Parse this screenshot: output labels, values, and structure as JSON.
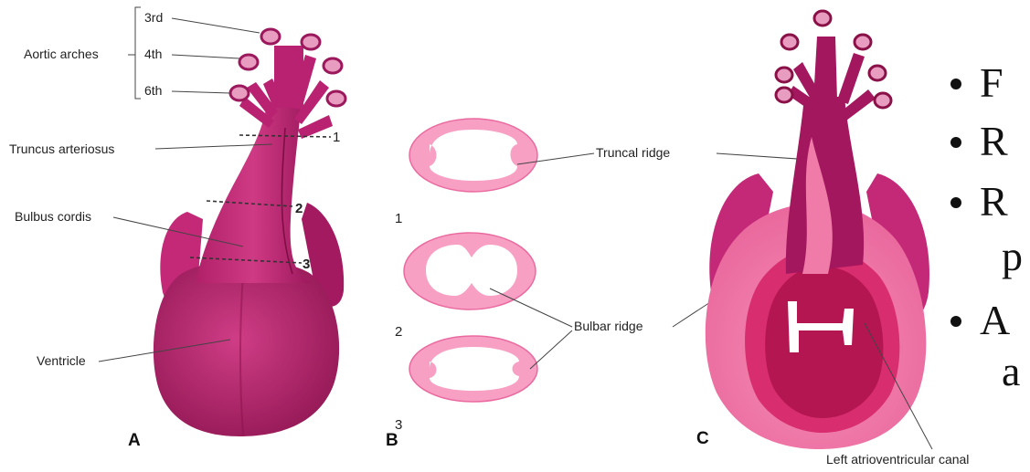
{
  "panel_a": {
    "letter": "A",
    "aortic_arches": "Aortic arches",
    "arch_3": "3rd",
    "arch_4": "4th",
    "arch_6": "6th",
    "truncus": "Truncus arteriosus",
    "bulbus": "Bulbus cordis",
    "ventricle": "Ventricle",
    "cut_1": "1",
    "cut_2": "2",
    "cut_3": "3"
  },
  "panel_b": {
    "letter": "B",
    "sec_1": "1",
    "sec_2": "2",
    "sec_3": "3",
    "truncal_ridge": "Truncal ridge",
    "bulbar_ridge": "Bulbar ridge"
  },
  "panel_c": {
    "letter": "C",
    "left_av_canal": "Left atrioventricular canal"
  },
  "bullets": [
    "F",
    "R",
    "R",
    "p",
    "A",
    "a"
  ],
  "colors": {
    "heart_dark": "#a3175e",
    "heart_mid": "#c42978",
    "section_fill": "#f7a0c4",
    "section_edge": "#ea6aa0",
    "c_outer": "#f07aa8",
    "c_inner": "#e0306f",
    "c_deep": "#b01a55"
  }
}
